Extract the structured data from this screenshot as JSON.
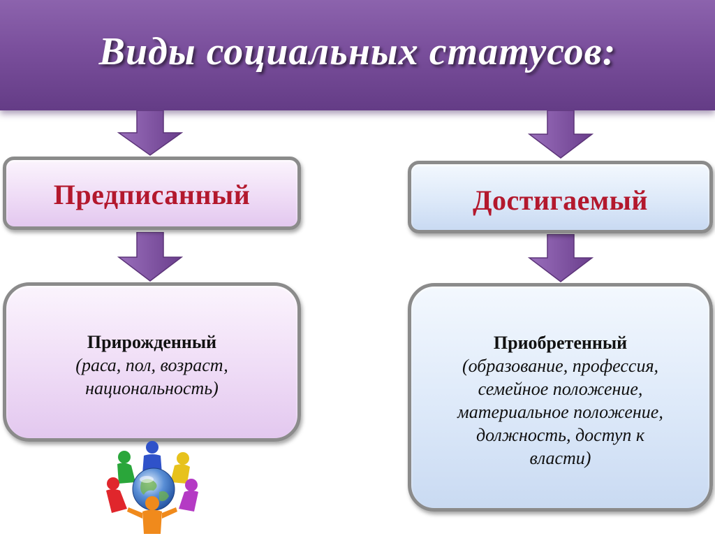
{
  "title": "Виды социальных статусов:",
  "left": {
    "label": "Предписанный",
    "heading": "Прирожденный",
    "detail_lines": [
      "(раса, пол, возраст,",
      "национальность)"
    ]
  },
  "right": {
    "label": "Достигаемый",
    "heading": "Приобретенный",
    "detail_lines": [
      "(образование, профессия,",
      "семейное положение,",
      "материальное положение,",
      "должность, доступ к",
      "власти)"
    ]
  },
  "colors": {
    "title_bar": "#7a4f9c",
    "arrow": "#7f4f9f",
    "label_text": "#b3182d",
    "box_left": "#efdcf6",
    "box_right": "#dde9f9"
  },
  "icons": {
    "clipart": "people-circle-globe-icon"
  }
}
